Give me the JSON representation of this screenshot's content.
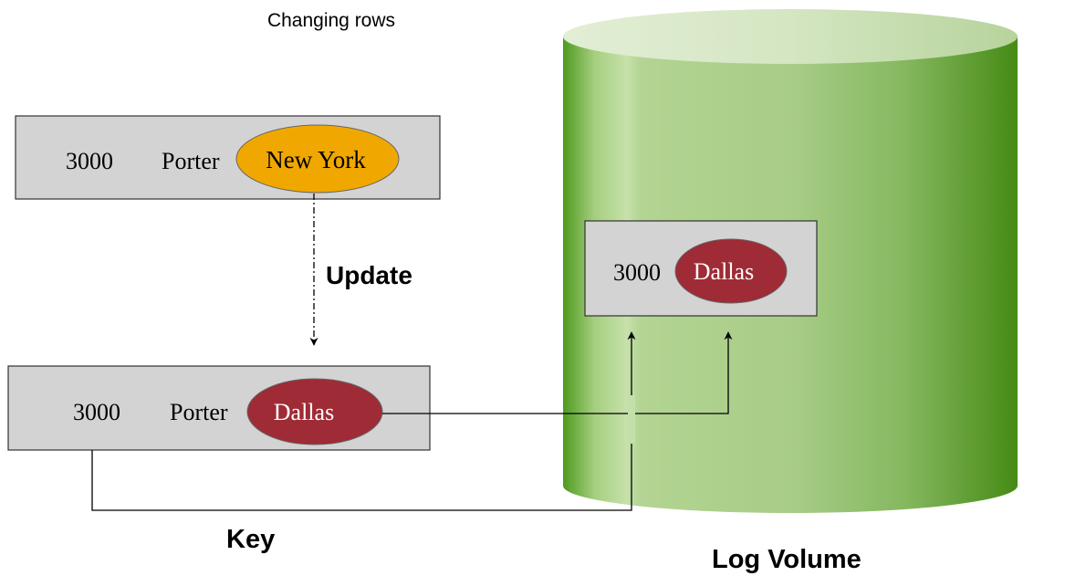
{
  "title": "Changing rows",
  "old_row": {
    "key": "3000",
    "name": "Porter",
    "city": "New York"
  },
  "update_label": "Update",
  "new_row": {
    "key": "3000",
    "name": "Porter",
    "city": "Dallas"
  },
  "key_label": "Key",
  "log_record": {
    "key": "3000",
    "city": "Dallas"
  },
  "log_volume_label": "Log Volume",
  "colors": {
    "row_box_fill": "#d3d3d3",
    "old_value_fill": "#f0a800",
    "new_value_fill": "#9e2b35",
    "cylinder_dark": "#4a8c1c",
    "cylinder_light": "#b9d89c"
  }
}
